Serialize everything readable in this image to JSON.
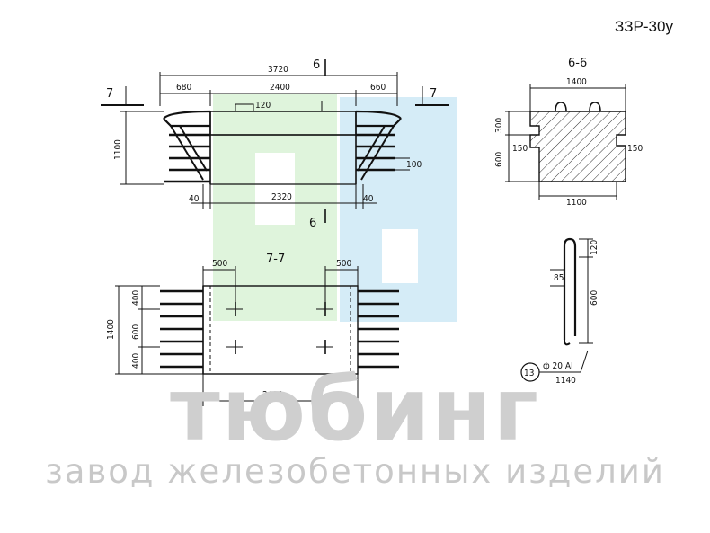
{
  "product_code": "ЗЗР-30у",
  "watermark": {
    "title": "тюбинг",
    "subtitle": "завод железобетонных изделий",
    "colors": {
      "green": "#dff4dc",
      "blue": "#d5ecf7",
      "gray": "#cfcfcf"
    }
  },
  "elevation": {
    "section_marks": [
      "7",
      "7",
      "6",
      "6"
    ],
    "top_dims": [
      "3720",
      "680",
      "2400",
      "660"
    ],
    "slot": "120",
    "height": "1100",
    "side_dim": "100",
    "bottom_dims": [
      "40",
      "2320",
      "40"
    ]
  },
  "section_6": {
    "label": "6-6",
    "top_width": "1400",
    "left_dims": [
      "300",
      "600"
    ],
    "notch_left": "150",
    "notch_right": "150",
    "bottom_width": "1100"
  },
  "section_7": {
    "label": "7-7",
    "top_dims": [
      "500",
      "500"
    ],
    "left_total": "1400",
    "left_dims": [
      "400",
      "600",
      "400"
    ],
    "bottom_dim": "2400"
  },
  "rebar": {
    "dims": [
      "120",
      "85",
      "600"
    ],
    "mark": "13",
    "spec": "ф 20 АI",
    "length": "1140"
  }
}
